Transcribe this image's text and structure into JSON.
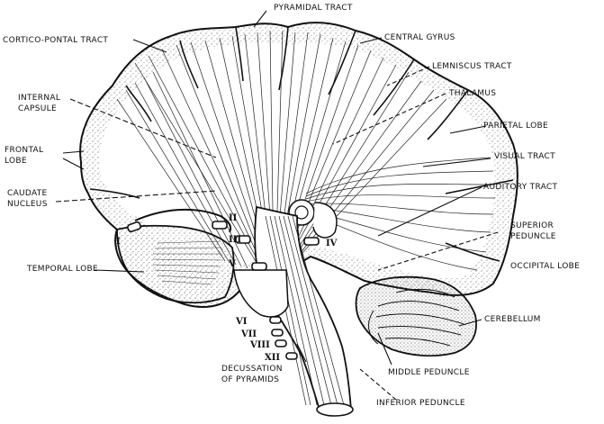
{
  "labels": {
    "pyramidal_tract": "PYRAMIDAL TRACT",
    "cortico_pontal_tract": "CORTICO-PONTAL TRACT",
    "central_gyrus": "CENTRAL GYRUS",
    "lemniscus_tract": "LEMNISCUS TRACT",
    "internal_capsule_1": "INTERNAL",
    "internal_capsule_2": "CAPSULE",
    "thalamus": "THALAMUS",
    "frontal_lobe_1": "FRONTAL",
    "frontal_lobe_2": "LOBE",
    "parietal_lobe": "PARIETAL LOBE",
    "visual_tract": "VISUAL TRACT",
    "caudate_nucleus_1": "CAUDATE",
    "caudate_nucleus_2": "NUCLEUS",
    "auditory_tract": "AUDITORY TRACT",
    "superior_peduncle_1": "SUPERIOR",
    "superior_peduncle_2": "PEDUNCLE",
    "temporal_lobe": "TEMPORAL LOBE",
    "occipital_lobe": "OCCIPITAL LOBE",
    "cerebellum": "CEREBELLUM",
    "decussation_1": "DECUSSATION",
    "decussation_2": "OF PYRAMIDS",
    "middle_peduncle": "MIDDLE PEDUNCLE",
    "inferior_peduncle": "INFERIOR PEDUNCLE"
  },
  "nerves": {
    "n1": "I",
    "n2": "II",
    "n3": "III",
    "n4": "IV",
    "n5": "V",
    "n6": "VI",
    "n7": "VII",
    "n8": "VIII",
    "n12": "XII"
  },
  "colors": {
    "ink": "#111111",
    "paper": "#ffffff",
    "stipple": "#6a6a6a"
  }
}
